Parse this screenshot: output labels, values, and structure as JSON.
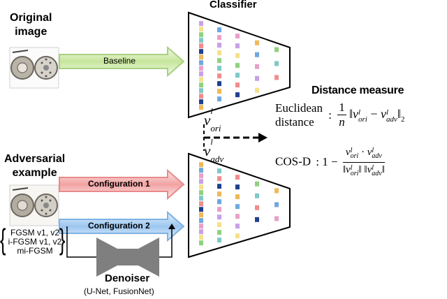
{
  "labels": {
    "classifier": "Classifier",
    "original_image": [
      "Original",
      "image"
    ],
    "adversarial_example": [
      "Adversarial",
      "example"
    ],
    "distance_measure": "Distance measure",
    "baseline": "Baseline",
    "configuration_1": "Configuration 1",
    "configuration_2": "Configuration 2",
    "denoiser": "Denoiser",
    "denoiser_models": "(U-Net, FusionNet)",
    "attacks": [
      "FGSM v1, v2",
      "i-FGSM v1, v2",
      "mi-FGSM"
    ]
  },
  "math": {
    "v_ori": "v",
    "v_ori_sup": "l",
    "v_ori_sub": "ori",
    "v_adv": "v",
    "v_adv_sup": "l",
    "v_adv_sub": "adv",
    "euclidean_line1": "Euclidean",
    "euclidean_line2": "distance",
    "euclid_colon": ":",
    "euclid_num": "1",
    "euclid_den": "n",
    "euclid_norm_sub": "2",
    "cos_label": "COS-D",
    "cos_prefix": ": 1 −"
  },
  "colors": {
    "baseline_arrow": "#c8e6a0",
    "config1_arrow": "#f4b0b0",
    "config2_arrow": "#a8cdf0",
    "denoiser": "#7f7f7f",
    "feature_palette": [
      "#f28c8c",
      "#8fd17f",
      "#f0b858",
      "#6ea8e0",
      "#1f3f8f",
      "#c8a0e8",
      "#f5e08a",
      "#e8a0c8",
      "#7ec8c8"
    ]
  }
}
